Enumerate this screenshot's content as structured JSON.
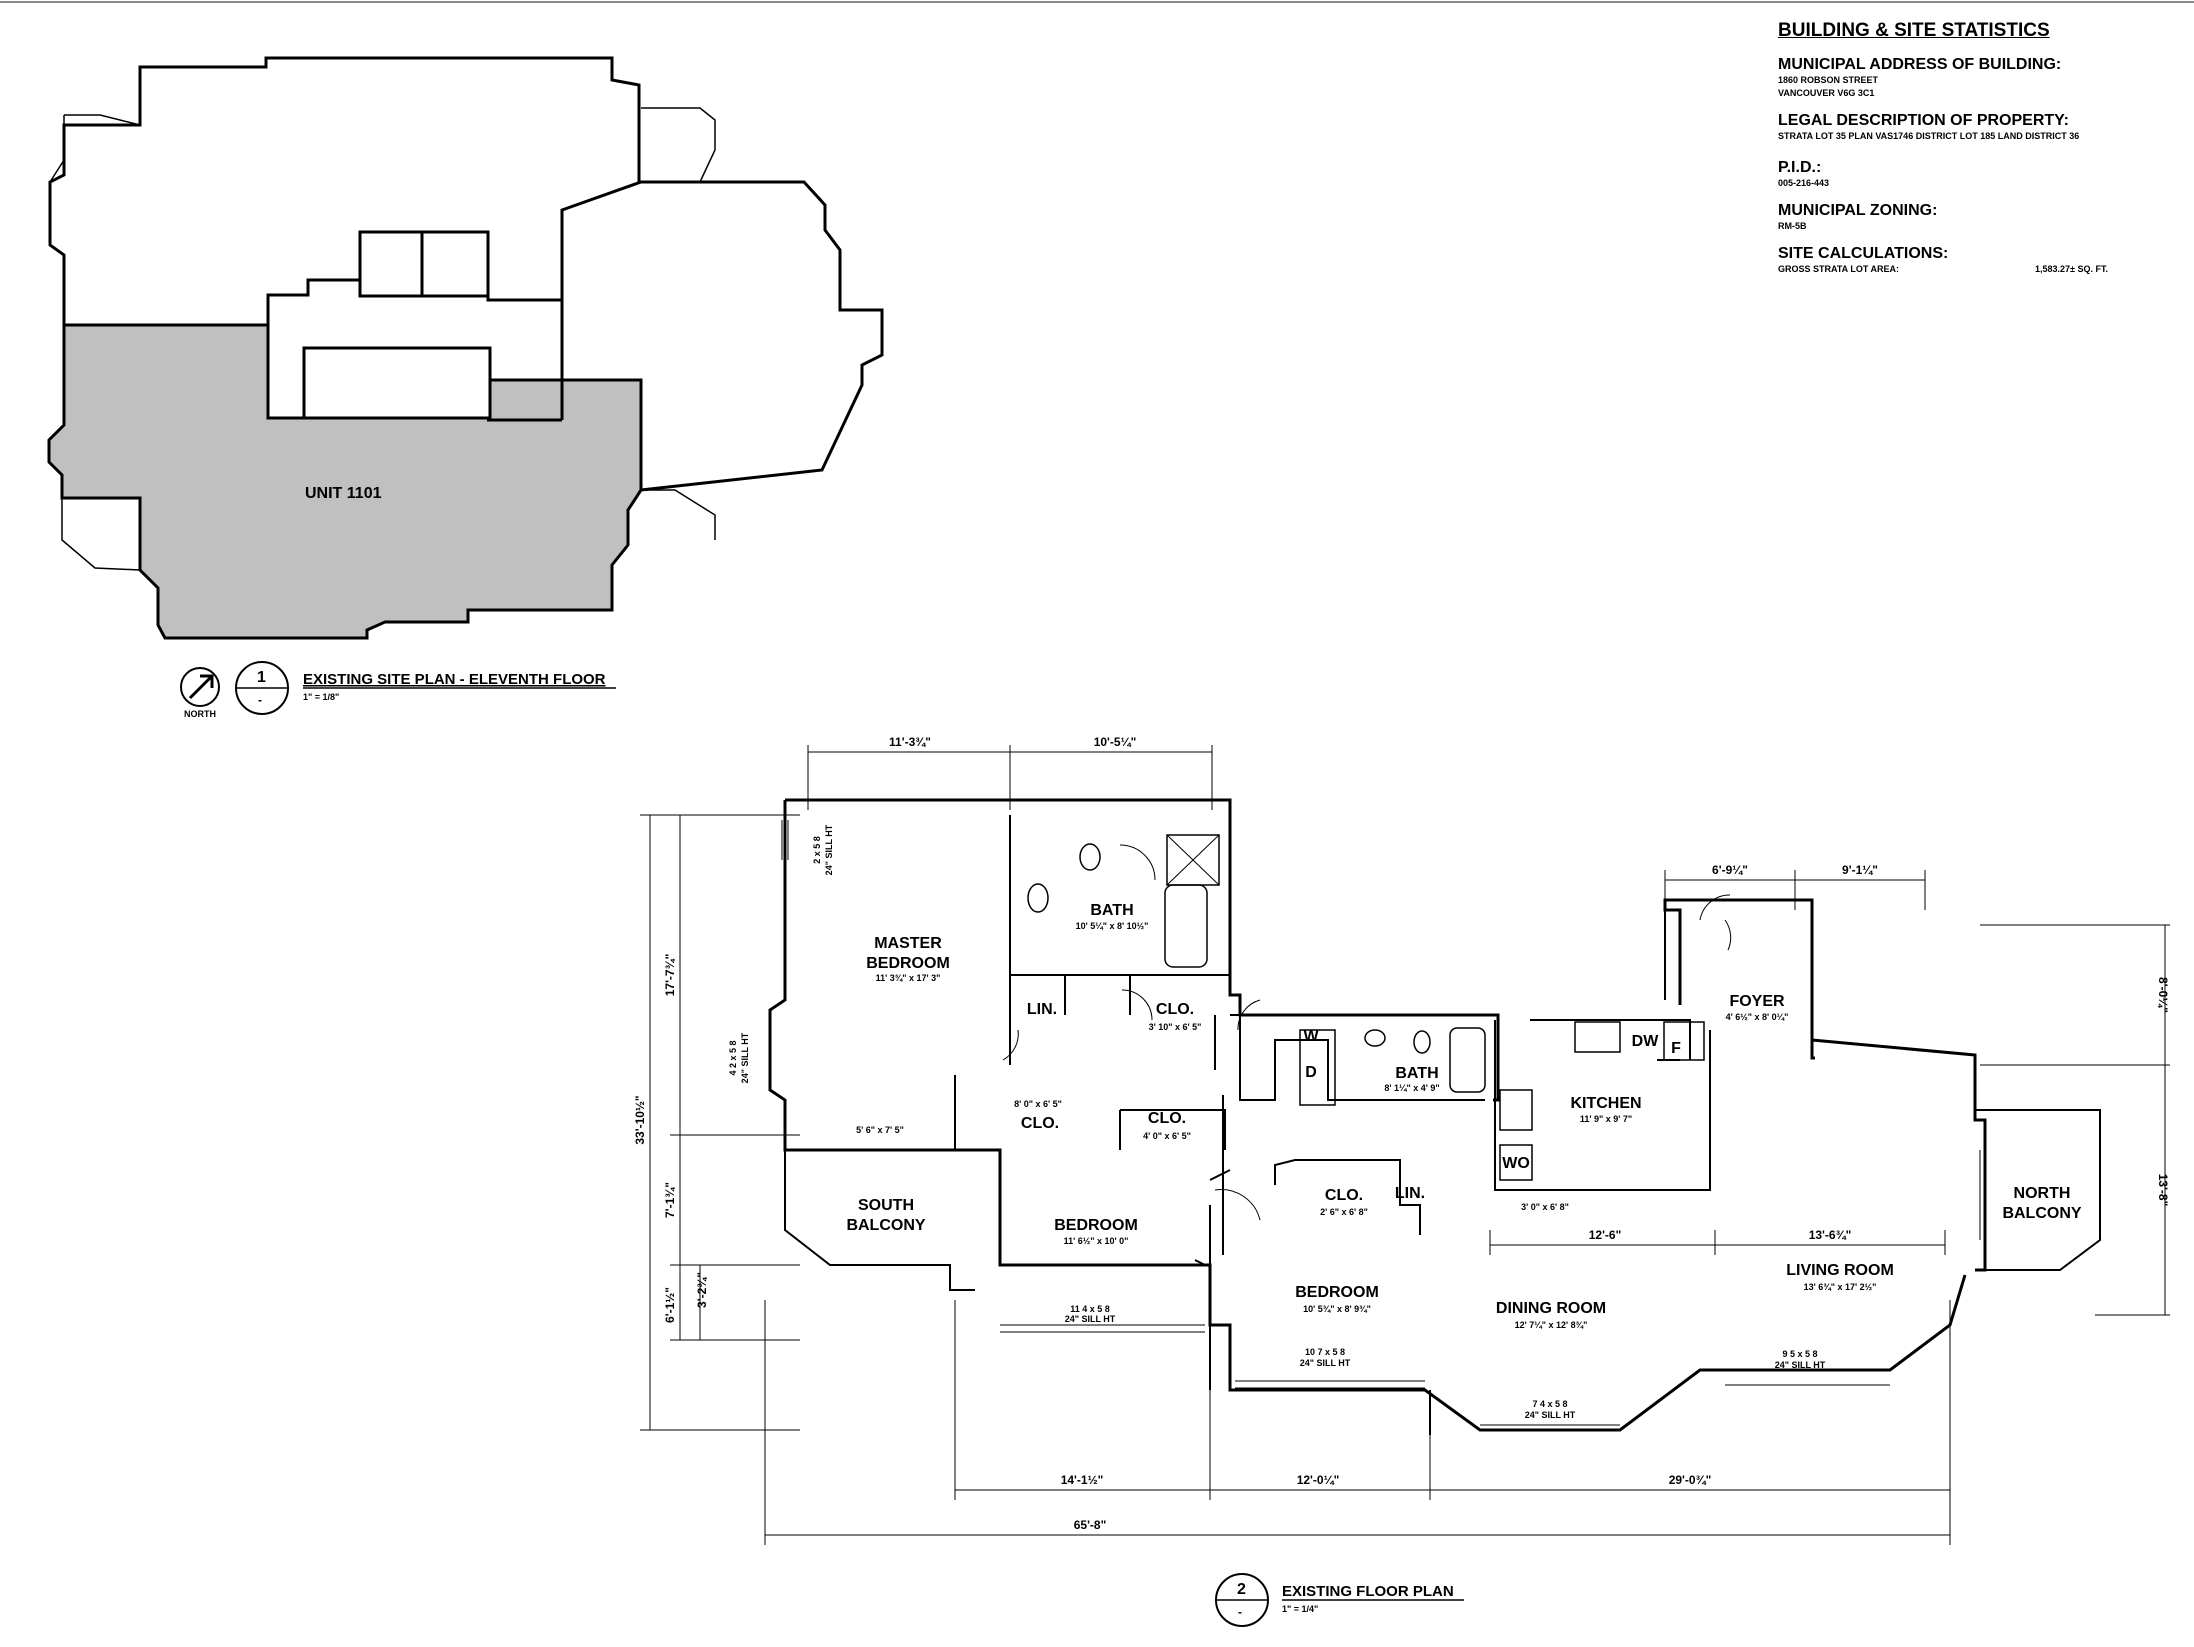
{
  "stats": {
    "heading": "BUILDING & SITE STATISTICS",
    "address_label": "MUNICIPAL ADDRESS OF BUILDING:",
    "address_line1": "1860 ROBSON STREET",
    "address_line2": "VANCOUVER V6G 3C1",
    "legal_label": "LEGAL DESCRIPTION OF PROPERTY:",
    "legal_value": "STRATA LOT 35 PLAN VAS1746 DISTRICT LOT 185 LAND DISTRICT 36",
    "pid_label": "P.I.D.:",
    "pid_value": "005-216-443",
    "zoning_label": "MUNICIPAL ZONING:",
    "zoning_value": "RM-5B",
    "site_label": "SITE CALCULATIONS:",
    "area_label": "GROSS STRATA LOT AREA:",
    "area_value": "1,583.27± SQ. FT."
  },
  "site_plan": {
    "unit_label": "UNIT 1101",
    "north_label": "NORTH",
    "number": "1",
    "sheet": "-",
    "title": "EXISTING SITE PLAN - ELEVENTH FLOOR",
    "scale": "1\" = 1/8\""
  },
  "floor_plan": {
    "number": "2",
    "sheet": "-",
    "title": "EXISTING FLOOR PLAN",
    "scale": "1\" = 1/4\"",
    "rooms": {
      "master_line1": "MASTER",
      "master_line2": "BEDROOM",
      "master_size": "11' 3¾\" x 17' 3\"",
      "bath1": "BATH",
      "bath1_size": "10' 5¼\" x 8' 10½\"",
      "lin1": "LIN.",
      "clo1": "CLO.",
      "clo1_size": "3' 10\" x 6' 5\"",
      "clo2": "CLO.",
      "clo2_size": "8' 0\" x 6' 5\"",
      "clo3": "CLO.",
      "clo3_size": "4' 0\" x 6' 5\"",
      "south_line1": "SOUTH",
      "south_line2": "BALCONY",
      "south_door": "5' 6\" x 7' 5\"",
      "bedroom2": "BEDROOM",
      "bedroom2_size": "11' 6½\" x 10' 0\"",
      "bedroom3": "BEDROOM",
      "bedroom3_size": "10' 5¾\" x 8' 9¾\"",
      "clo4": "CLO.",
      "clo4_size": "2' 6\" x 6' 8\"",
      "lin2": "LIN.",
      "bath2": "BATH",
      "bath2_size": "8' 1¼\" x 4' 9\"",
      "kitchen": "KITCHEN",
      "kitchen_size": "11' 9\" x 9' 7\"",
      "foyer": "FOYER",
      "foyer_size": "4' 6½\" x 8' 0¼\"",
      "dining": "DINING ROOM",
      "dining_size": "12' 7¼\" x 12' 8¾\"",
      "living": "LIVING ROOM",
      "living_size": "13' 6¾\" x 17' 2½\"",
      "north_line1": "NORTH",
      "north_line2": "BALCONY",
      "w": "W",
      "d": "D",
      "dw": "DW",
      "f": "F",
      "wo": "WO",
      "kitchen_door": "3' 0\" x 6' 8\""
    },
    "dims": {
      "top1": "11'-3¾\"",
      "top2": "10'-5¼\"",
      "top3": "6'-9¼\"",
      "top4": "9'-1¼\"",
      "left_total": "33'-10½\"",
      "left1": "17'-7¾\"",
      "left2": "7'-1¾\"",
      "left3": "3'-2¾\"",
      "left4": "6'-1½\"",
      "right1": "8'-0¼\"",
      "right2": "13'-8\"",
      "bot1": "14'-1½\"",
      "bot2": "12'-0¼\"",
      "bot3": "29'-0¾\"",
      "bot_total": "65'-8\"",
      "mid1": "12'-6\"",
      "mid2": "13'-6¾\""
    },
    "windows": {
      "w1": "2 x 5 8",
      "w1b": "24\" SILL HT",
      "w2": "11 4 x 5 8",
      "w2b": "24\" SILL HT",
      "w3": "10 7 x 5 8",
      "w3b": "24\" SILL HT",
      "w4": "7 4 x 5 8",
      "w4b": "24\" SILL HT",
      "w5": "9 5 x 5 8",
      "w5b": "24\" SILL HT",
      "w6": "4 2 x 5 8",
      "w6b": "24\" SILL HT"
    }
  }
}
